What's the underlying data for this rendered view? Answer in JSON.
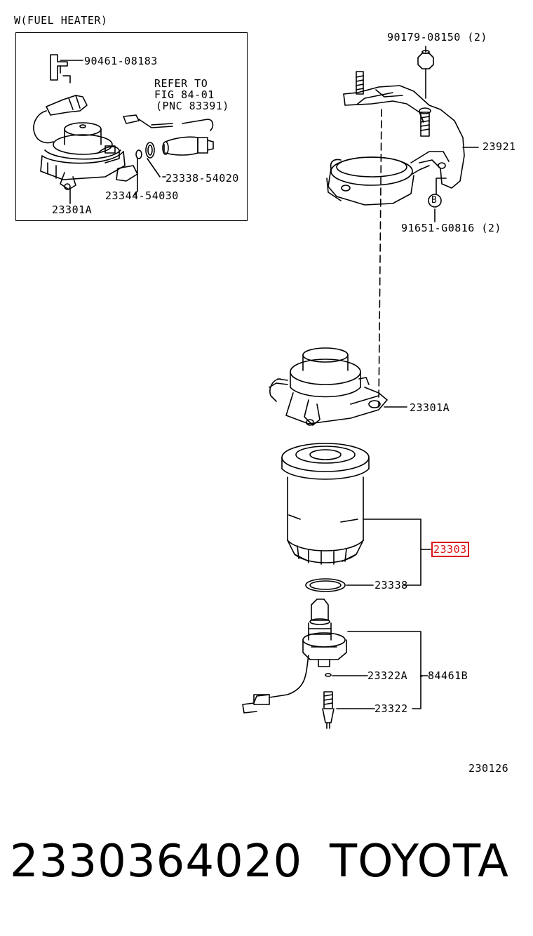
{
  "inset": {
    "title": "W(FUEL HEATER)",
    "labels": {
      "p90461": "90461-08183",
      "refer_1": "REFER TO",
      "refer_2": "FIG 84-01",
      "refer_3": "(PNC 83391)",
      "p23338_54020": "23338-54020",
      "p23344_54030": "23344-54030",
      "p23301a": "23301A"
    }
  },
  "main": {
    "labels": {
      "p90179": "90179-08150 (2)",
      "p23921": "23921",
      "ref_b": "B",
      "p91651": "91651-G0816 (2)",
      "p23301a": "23301A",
      "p23303": "23303",
      "p23338": "23338",
      "p23322a": "23322A",
      "p84461b": "84461B",
      "p23322": "23322",
      "diagram_no": "230126"
    },
    "highlight_color": "#d11111"
  },
  "footer": {
    "part_number": "2330364020",
    "brand": "TOYOTA"
  }
}
